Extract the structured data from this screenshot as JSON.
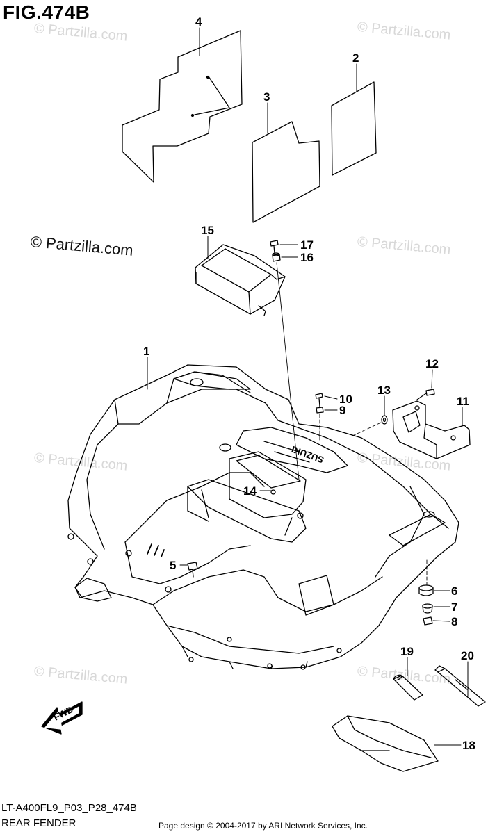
{
  "figure": {
    "title": "FIG.474B",
    "model_code": "LT-A400FL9_P03_P28_474B",
    "name": "REAR FENDER",
    "credit": "Page design © 2004-2017 by ARI Network Services, Inc."
  },
  "watermarks": {
    "faint": "© Partzilla.com",
    "dark": "© Partzilla.com"
  },
  "direction_label": "FWD",
  "brand_mark": "SUZUKI",
  "callouts": [
    "1",
    "2",
    "3",
    "4",
    "5",
    "6",
    "7",
    "8",
    "9",
    "10",
    "11",
    "12",
    "13",
    "14",
    "15",
    "16",
    "17",
    "18",
    "19",
    "20"
  ]
}
